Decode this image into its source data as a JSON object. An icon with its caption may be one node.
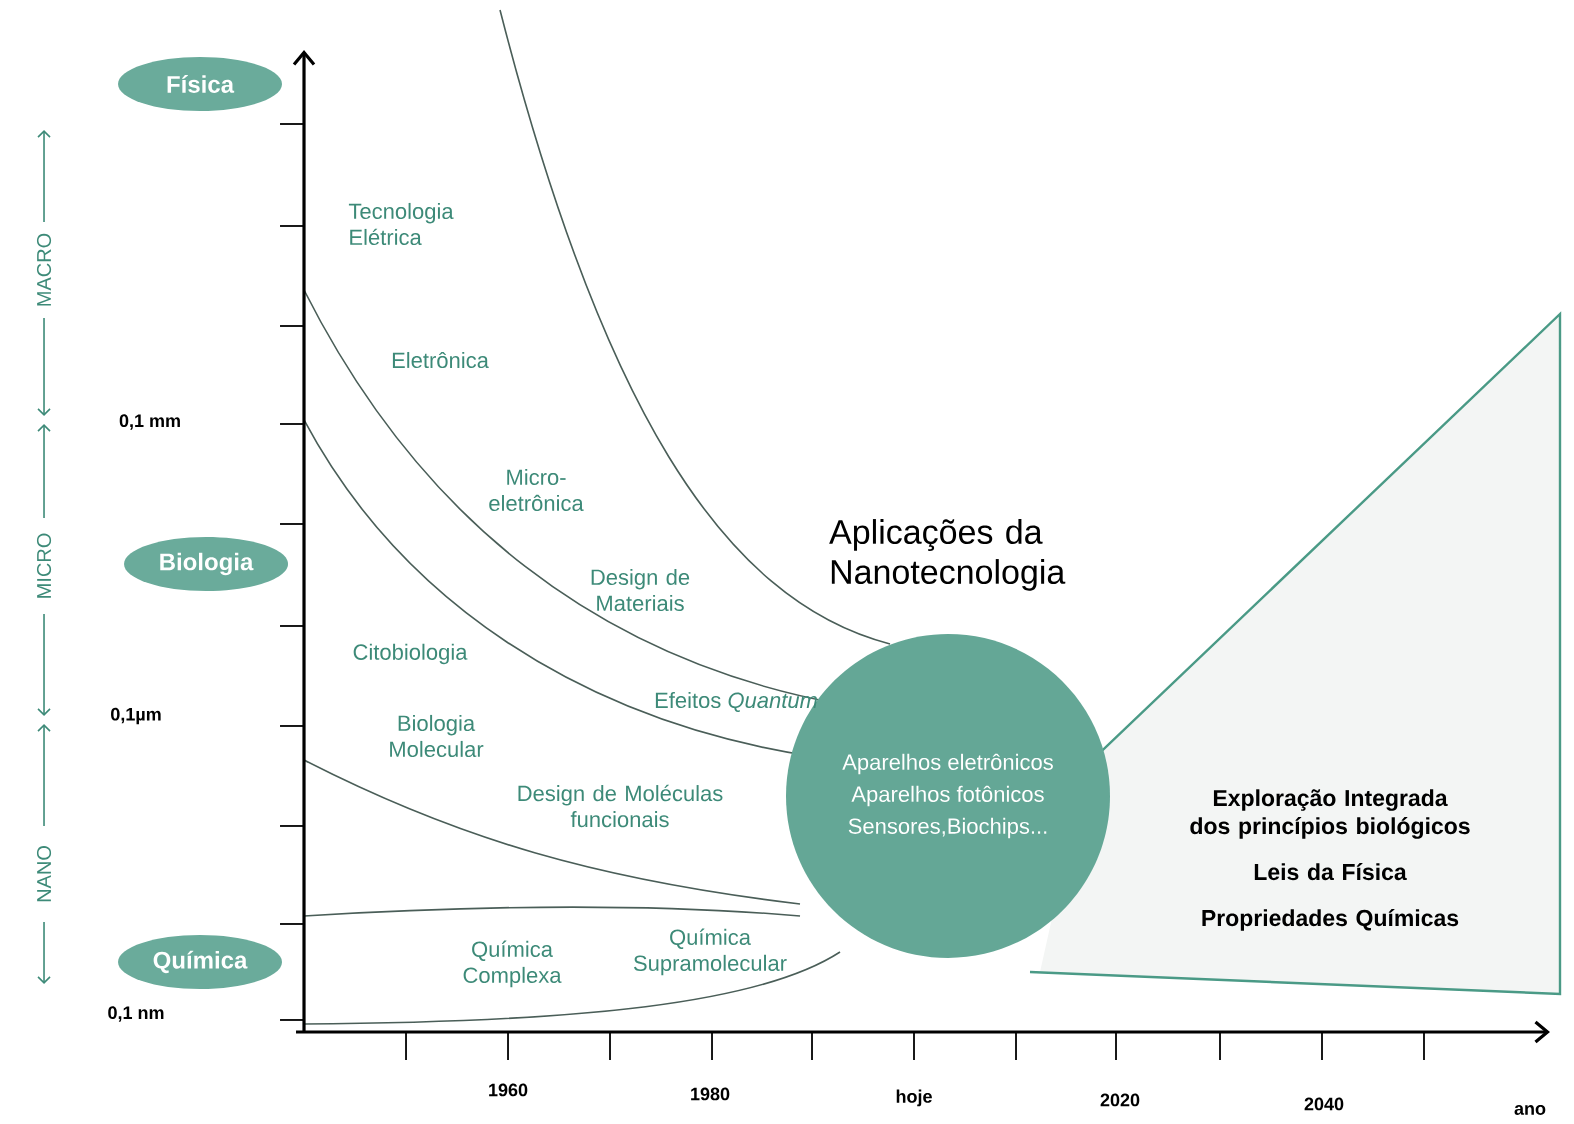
{
  "diagram": {
    "title": "Aplicações da Nanotecnologia",
    "nodes": [
      {
        "text": [
          "Física"
        ]
      },
      {
        "text": [
          "Biologia"
        ]
      },
      {
        "text": [
          "Química"
        ]
      },
      {
        "text": [
          "Aparelhos eletrônicos",
          "Aparelhos fotônicos",
          "Sensores,Biochips..."
        ]
      },
      {
        "text": [
          "Exploração Integrada dos princípios biológicos",
          "Leis da Física",
          "Propriedades Químicas"
        ]
      }
    ],
    "labels": [
      "Tecnologia Elétrica",
      "Eletrônica",
      "0,1 mm",
      "Micro-eletrônica",
      "Design de Materiais",
      "Citobiologia",
      "0,1µm",
      "Efeitos *Quantum*",
      "Biologia Molecular",
      "Design de Moléculas funcionais",
      "Química Complexa",
      "Química Supramolecular",
      "0,1 nm",
      "MACRO",
      "MICRO",
      "NANO",
      "1960",
      "1980",
      "hoje",
      "2020",
      "2040",
      "ano"
    ]
  }
}
